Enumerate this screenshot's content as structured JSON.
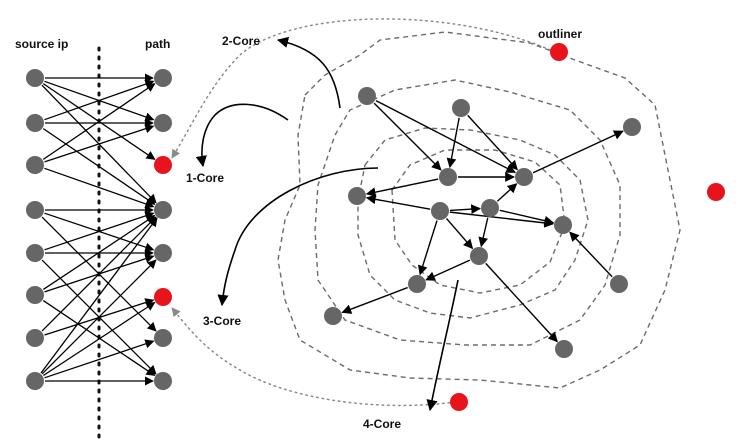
{
  "labels": {
    "source_ip": "source ip",
    "path": "path",
    "core_1": "1-Core",
    "core_2": "2-Core",
    "core_3": "3-Core",
    "core_4": "4-Core",
    "outliner": "outliner"
  },
  "colors": {
    "node_gray": "#666666",
    "outlier_red": "#e8141b",
    "edge": "#000000",
    "dashed_contour": "#6b6b6b",
    "dotted_link": "#8a8a8a"
  }
}
